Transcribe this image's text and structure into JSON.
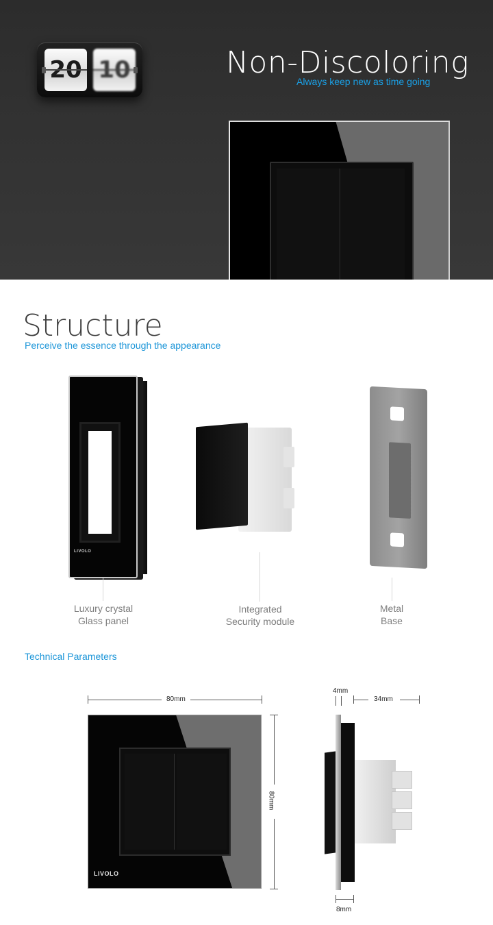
{
  "hero": {
    "clock_hours": "20",
    "clock_minutes": "10",
    "title": "Non-Discoloring",
    "subtitle": "Always keep new as time going"
  },
  "structure": {
    "title": "Structure",
    "subtitle": "Perceive the essence  through the appearance",
    "components": [
      {
        "line1": "Luxury crystal",
        "line2": "Glass panel"
      },
      {
        "line1": "Integrated",
        "line2": "Security module"
      },
      {
        "line1": "Metal",
        "line2": "Base"
      }
    ],
    "panel_logo": "LIVOLO"
  },
  "technical": {
    "title": "Technical Parameters",
    "width": "80mm",
    "height": "80mm",
    "glass_thickness": "4mm",
    "depth": "34mm",
    "frame_depth": "8mm",
    "front_logo": "LIVOLO"
  },
  "colors": {
    "accent": "#1b95d8",
    "hero_bg": "#333333",
    "label_gray": "#7d7d7d"
  }
}
